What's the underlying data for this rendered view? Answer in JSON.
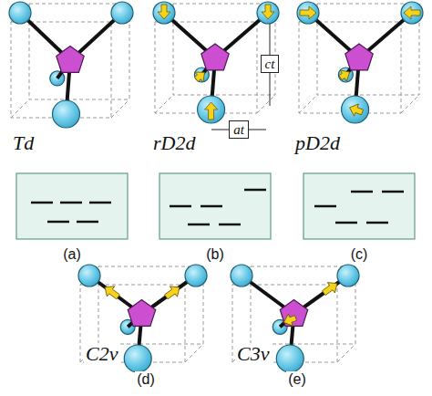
{
  "diagram": {
    "nodes": [
      {
        "text": [
          "ct"
        ]
      },
      {
        "text": [
          "at"
        ]
      }
    ],
    "edges": [],
    "labels": [
      "Td",
      "rD2d",
      "pD2d",
      "(a)",
      "(b)",
      "(c)",
      "C2v",
      "C3v",
      "(d)",
      "(e)"
    ]
  }
}
